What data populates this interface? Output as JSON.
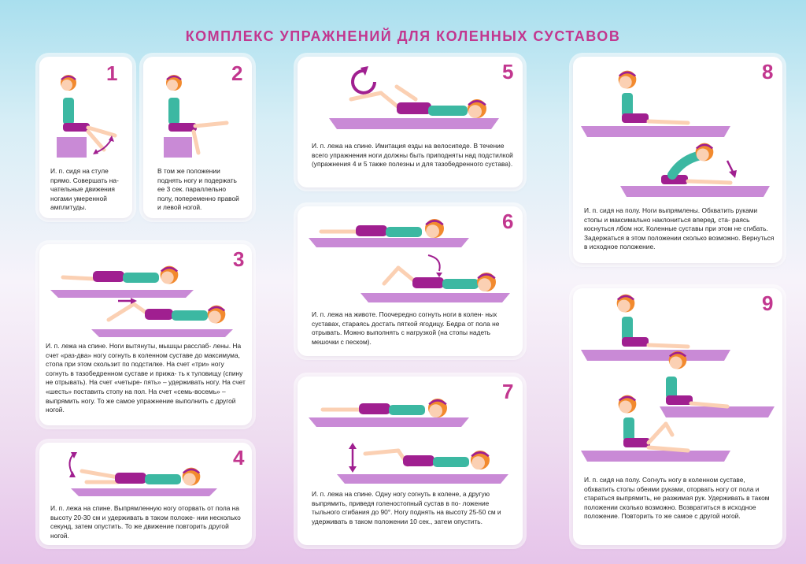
{
  "title": "КОМПЛЕКС УПРАЖНЕНИЙ ДЛЯ КОЛЕННЫХ СУСТАВОВ",
  "colors": {
    "accent": "#c2378f",
    "mat": "#c98ad6",
    "hair": "#f28a2e",
    "shirt": "#3cb8a2",
    "shorts": "#a01f90",
    "skin": "#fbd0b3"
  },
  "exercises": [
    {
      "number": "1",
      "text": "И. п. сидя на стуле прямо. Совершать на- чательные движения ногами умеренной амплитуды."
    },
    {
      "number": "2",
      "text": "В том же положении поднять ногу и подержать ее 3 сек. параллельно полу, попеременно правой и левой ногой."
    },
    {
      "number": "3",
      "text": "И. п. лежа на спине. Ноги вытянуты, мышцы расслаб- лены. На счет «раз-два» ногу согнуть в коленном суставе до максимума, стопа при этом скользит по подстилке. На счет «три» ногу согнуть в тазобедренном суставе и прижа- ть к туловищу (спину не отрывать). На счет «четыре- пять» – удерживать ногу. На счет «шесть» поставить стопу на пол. На счет «семь-восемь» – выпрямить ногу. То же самое упражнение выполнить с другой ногой."
    },
    {
      "number": "4",
      "text": "И. п. лежа на спине. Выпрямленную ногу оторвать от пола на высоту 20-30 см и удерживать в таком положе- нии несколько секунд, затем опустить. То же движение повторить другой ногой."
    },
    {
      "number": "5",
      "text": "И. п. лежа на спине. Имитация езды на велосипеде. В течение всего упражнения ноги должны быть приподняты над подстилкой (упражнения 4 и 5 также полезны и для тазобедренного сустава)."
    },
    {
      "number": "6",
      "text": "И. п. лежа на животе. Поочередно согнуть ноги в колен- ных суставах, стараясь достать пяткой ягодицу. Бедра от пола не отрывать. Можно выполнять с нагрузкой (на стопы надеть мешочки с песком)."
    },
    {
      "number": "7",
      "text": "И. п. лежа на спине. Одну ногу согнуть в колене, а другую выпрямить, приведя голеностопный сустав в по- ложение тыльного сгибания до 90°. Ногу поднять на высоту 25-50 см и удерживать в таком положении 10 сек., затем опустить."
    },
    {
      "number": "8",
      "text": "И. п. сидя на полу. Ноги выпрямлены. Обхватить руками стопы и максимально наклониться вперед, ста- раясь коснуться лбом ног. Коленные суставы при этом не сгибать. Задержаться в этом положении сколько возможно. Вернуться в исходное положение."
    },
    {
      "number": "9",
      "text": "И. п. сидя на полу. Согнуть ногу в коленном суставе, обхватить стопы обеими руками, оторвать ногу от пола и стараться выпрямить, не разжимая рук. Удерживать в таком положении сколько возможно. Возвратиться в исходное положение. Повторить то же самое с другой ногой."
    }
  ]
}
